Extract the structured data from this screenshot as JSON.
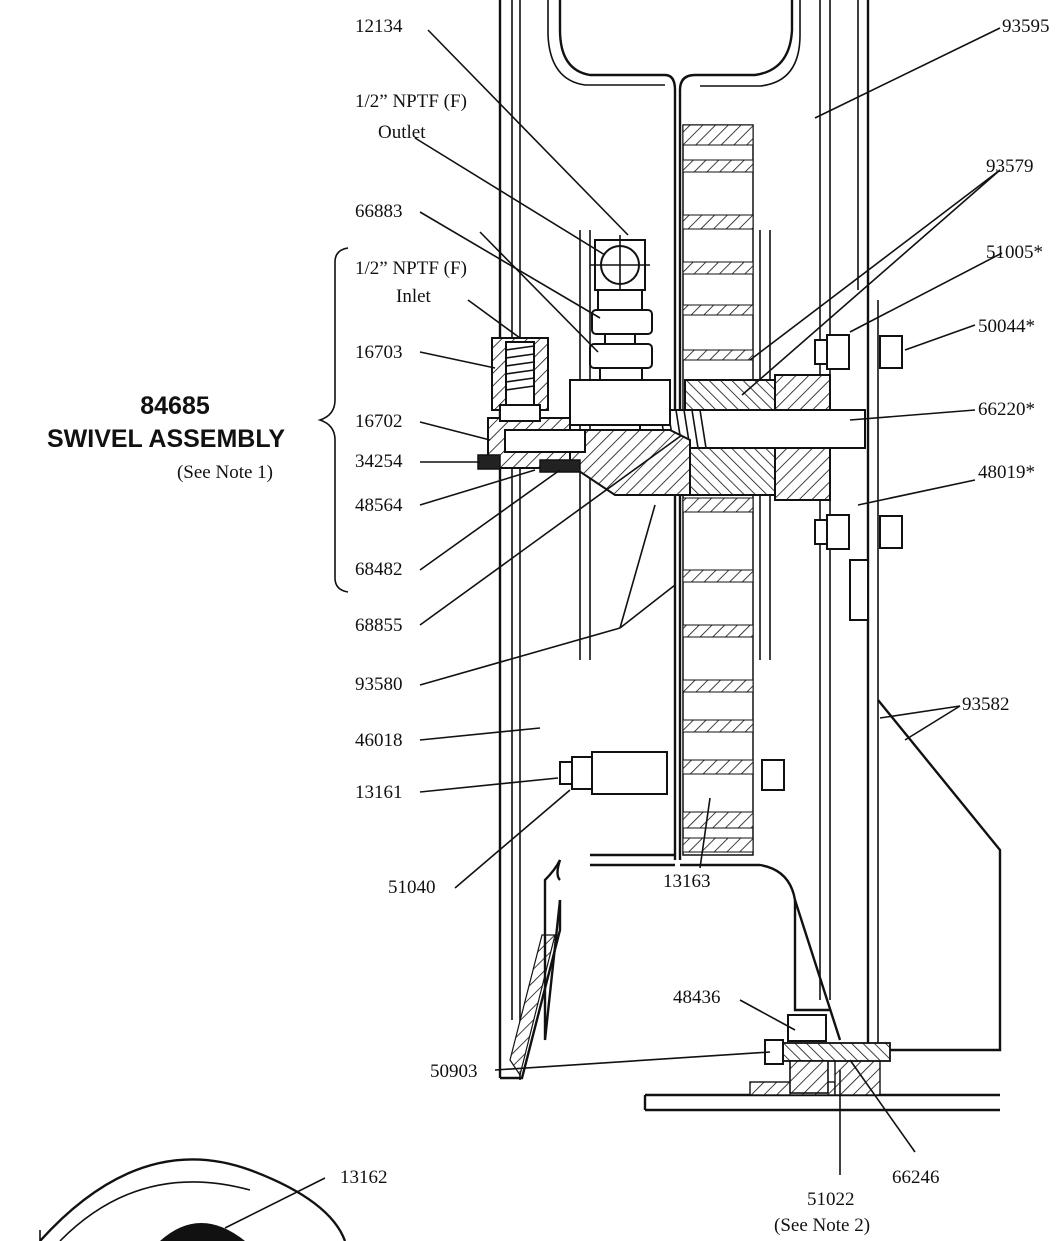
{
  "assembly": {
    "number": "84685",
    "name": "SWIVEL ASSEMBLY",
    "note": "(See Note 1)"
  },
  "ports": {
    "outlet_line1": "1/2” NPTF (F)",
    "outlet_line2": "Outlet",
    "inlet_line1": "1/2” NPTF (F)",
    "inlet_line2": "Inlet"
  },
  "callouts": {
    "p12134": "12134",
    "p93595": "93595",
    "p93579": "93579",
    "p66883": "66883",
    "p51005": "51005*",
    "p50044": "50044*",
    "p16703": "16703",
    "p66220": "66220*",
    "p16702": "16702",
    "p34254": "34254",
    "p48019": "48019*",
    "p48564": "48564",
    "p68482": "68482",
    "p68855": "68855",
    "p93580": "93580",
    "p93582": "93582",
    "p46018": "46018",
    "p13161": "13161",
    "p51040": "51040",
    "p13163": "13163",
    "p48436": "48436",
    "p50903": "50903",
    "p13162": "13162",
    "p66246": "66246",
    "p51022": "51022",
    "p51022_note": "(See Note 2)"
  }
}
